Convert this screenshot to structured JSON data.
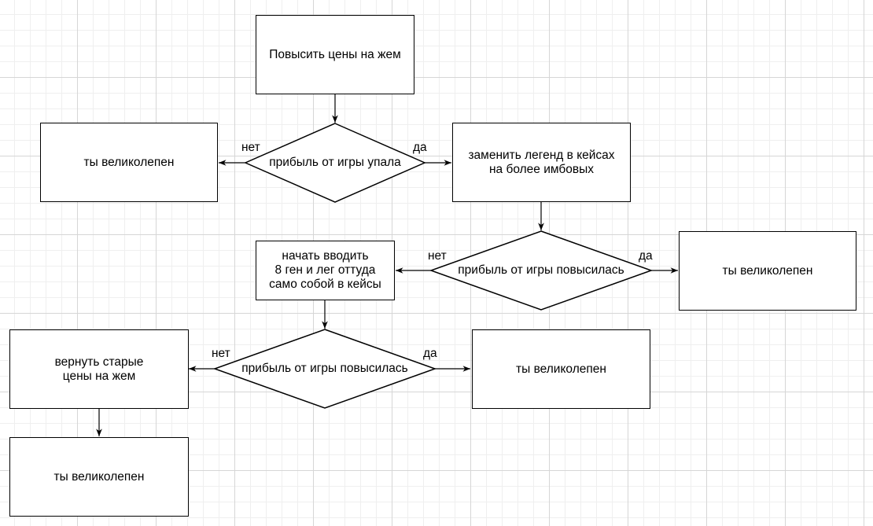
{
  "colors": {
    "stroke": "#000000",
    "fill": "#ffffff",
    "grid_major": "#d6d6d6",
    "grid_minor": "#efefef"
  },
  "nodes": {
    "raise_prices": {
      "text": "Повысить цены на жем"
    },
    "decision_1": {
      "text": "прибыль от игры упала"
    },
    "great_1": {
      "text": "ты великолепен"
    },
    "replace_legends": {
      "text": "заменить легенд в кейсах\nна более имбовых"
    },
    "decision_2": {
      "text": "прибыль от игры повысилась"
    },
    "great_2": {
      "text": "ты великолепен"
    },
    "start_adding": {
      "text": "начать вводить\n8 ген и лег оттуда\nсамо собой в кейсы"
    },
    "decision_3": {
      "text": "прибыль от игры повысилась"
    },
    "great_3": {
      "text": "ты великолепен"
    },
    "return_prices": {
      "text": "вернуть старые\nцены на жем"
    },
    "great_4": {
      "text": "ты великолепен"
    }
  },
  "edge_labels": {
    "d1_no": "нет",
    "d1_yes": "да",
    "d2_no": "нет",
    "d2_yes": "да",
    "d3_no": "нет",
    "d3_yes": "да"
  }
}
